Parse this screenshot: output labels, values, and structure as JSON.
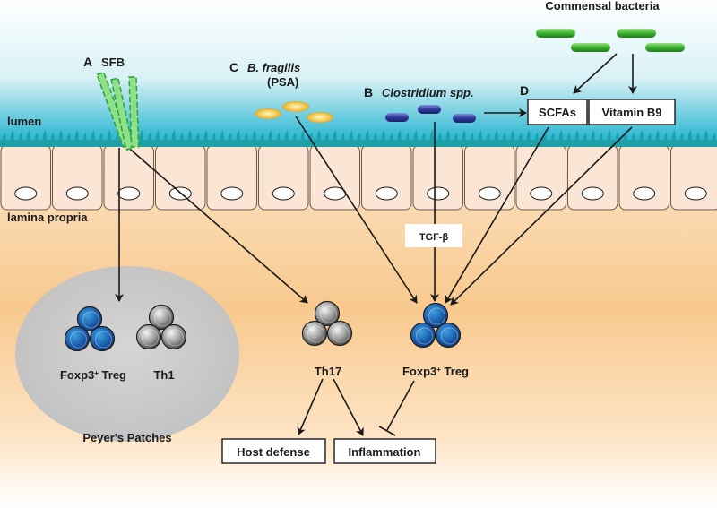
{
  "regions": {
    "lumen": "lumen",
    "lamina_propria": "lamina propria",
    "peyers_patches": "Peyer's Patches"
  },
  "bacteria": {
    "commensal": "Commensal bacteria",
    "sfb_letter": "A",
    "sfb": "SFB",
    "bfragilis_letter": "C",
    "bfragilis": "B. fragilis",
    "psa": "(PSA)",
    "clostridium_letter": "B",
    "clostridium": "Clostridium spp.",
    "metabolites_letter": "D"
  },
  "boxes": {
    "scfas": "SCFAs",
    "vitamin_b9": "Vitamin B9",
    "tgf_beta": "TGF-β",
    "host_defense": "Host defense",
    "inflammation": "Inflammation"
  },
  "cells": {
    "pp_treg": "Foxp3",
    "pp_treg_sup": "+",
    "pp_treg_suffix": " Treg",
    "pp_th1": "Th1",
    "th17": "Th17",
    "lp_treg": "Foxp3",
    "lp_treg_sup": "+",
    "lp_treg_suffix": " Treg"
  },
  "colors": {
    "lumen_cyan": "#1fb3cf",
    "lamina_orange": "#f7c083",
    "epithelial_cell": "#fbe6d6",
    "microvilli": "#1f9fa6",
    "sfb_green": "#39c24a",
    "commensal_green": "#4cc13d",
    "clostridium_blue": "#3b46a8",
    "bfragilis_yellow": "#f1c74a",
    "treg_blue": "#1e63b0",
    "grey_cell": "#8a8a8a",
    "peyers_grey": "#c5c8cc"
  }
}
